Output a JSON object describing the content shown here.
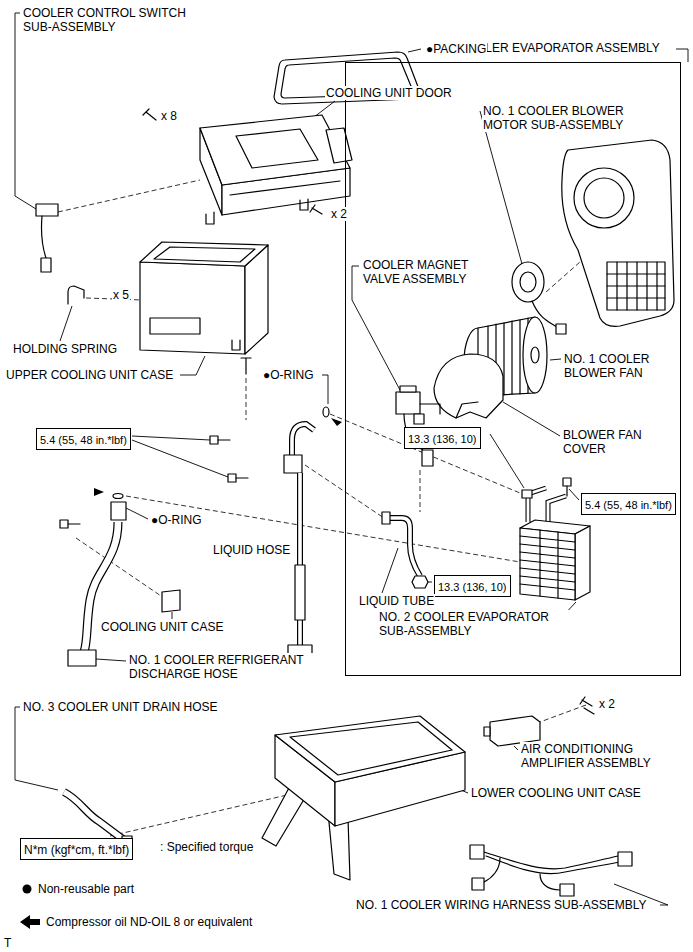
{
  "diagram": {
    "nodes": [
      {
        "text": [
          "COOLER EVAPORATOR ASSEMBLY"
        ]
      },
      {
        "text": [
          "13.3 (136, 10)"
        ],
        "in": 0
      },
      {
        "text": [
          "13.3 (136, 10)"
        ],
        "in": 0
      },
      {
        "text": [
          "5.4 (55, 48 in.*lbf)"
        ],
        "in": 0
      },
      {
        "text": [
          "5.4 (55, 48 in.*lbf)"
        ]
      },
      {
        "text": [
          "N*m (kgf*cm, ft.*lbf)"
        ]
      }
    ],
    "labels": [
      "COOLER CONTROL SWITCH SUB-ASSEMBLY",
      "●PACKING",
      "COOLING UNIT DOOR",
      "x 8",
      "x 2",
      "HOLDING SPRING",
      "x 5",
      "UPPER COOLING UNIT CASE",
      "●O-RING",
      "●O-RING",
      "LIQUID HOSE",
      "COOLING UNIT CASE",
      "NO. 1 COOLER REFRIGERANT DISCHARGE HOSE",
      "NO. 1 COOLER BLOWER MOTOR SUB-ASSEMBLY",
      "COOLER MAGNET VALVE ASSEMBLY",
      "NO. 1 COOLER BLOWER FAN",
      "BLOWER FAN COVER",
      "LIQUID TUBE",
      "NO. 2 COOLER EVAPORATOR SUB-ASSEMBLY",
      "NO. 3 COOLER UNIT DRAIN HOSE",
      "LOWER COOLING UNIT CASE",
      "x 2",
      "AIR CONDITIONING AMPLIFIER ASSEMBLY",
      "NO. 1 COOLER WIRING HARNESS SUB-ASSEMBLY",
      "T"
    ],
    "legend": [
      {
        "text": ": Specified torque"
      },
      {
        "text": "Non-reusable part"
      },
      {
        "text": "Compressor oil ND-OIL 8 or equivalent"
      }
    ]
  }
}
